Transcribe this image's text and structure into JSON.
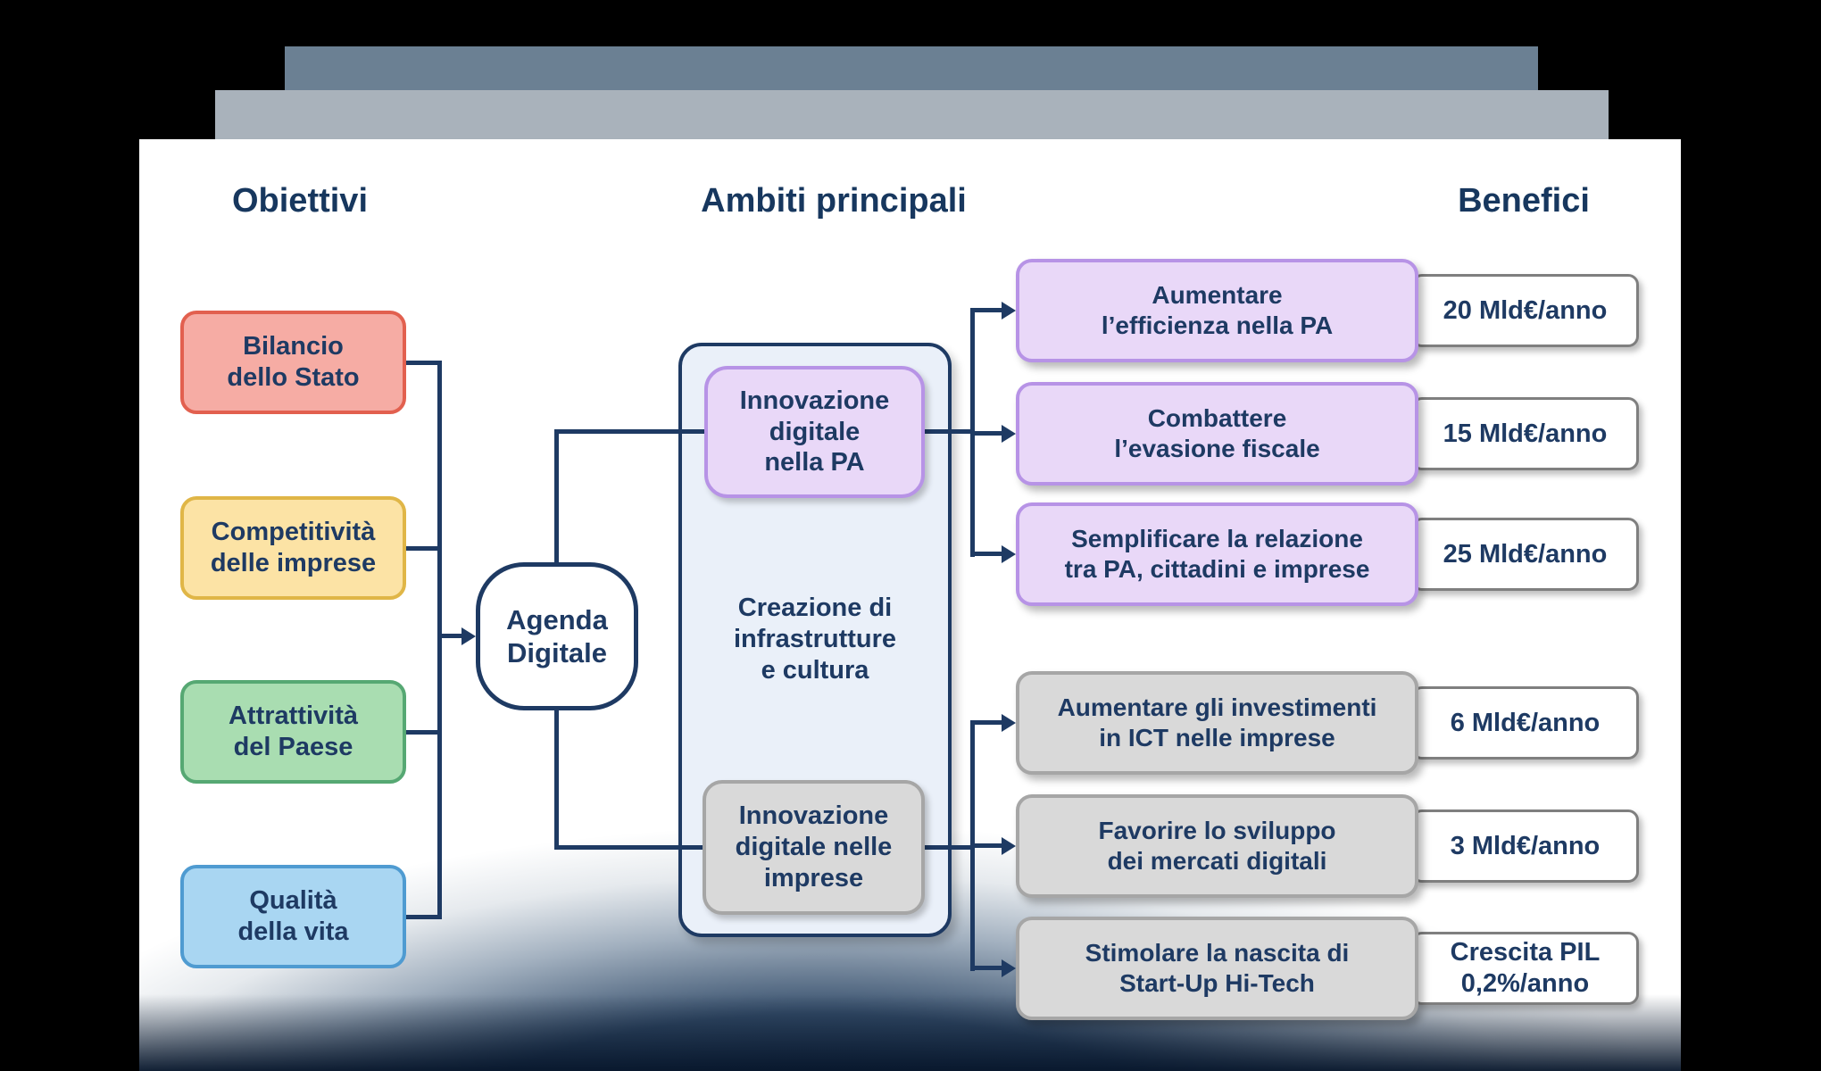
{
  "headers": {
    "objectives": "Obiettivi",
    "areas": "Ambiti principali",
    "benefits": "Benefici"
  },
  "objectives": [
    {
      "label": "Bilancio\ndello Stato",
      "fill": "#f6aca4",
      "border": "#e2604f"
    },
    {
      "label": "Competitività\ndelle imprese",
      "fill": "#fce3a5",
      "border": "#e0b647"
    },
    {
      "label": "Attrattività\ndel Paese",
      "fill": "#a9ddb1",
      "border": "#56a873"
    },
    {
      "label": "Qualità\ndella vita",
      "fill": "#a9d6f2",
      "border": "#4f9bd1"
    }
  ],
  "hub": {
    "label": "Agenda\nDigitale"
  },
  "areas": {
    "pa": {
      "label": "Innovazione\ndigitale\nnella PA"
    },
    "infrastructure": {
      "label": "Creazione di\ninfrastrutture\ne cultura"
    },
    "imprese": {
      "label": "Innovazione\ndigitale nelle\nimprese"
    }
  },
  "benefits": {
    "pa": [
      {
        "label": "Aumentare\nl’efficienza nella PA",
        "value": "20 Mld€/anno"
      },
      {
        "label": "Combattere\nl’evasione fiscale",
        "value": "15 Mld€/anno"
      },
      {
        "label": "Semplificare la relazione\ntra PA, cittadini e imprese",
        "value": "25 Mld€/anno"
      }
    ],
    "imprese": [
      {
        "label": "Aumentare gli investimenti\nin ICT nelle imprese",
        "value": "6 Mld€/anno"
      },
      {
        "label": "Favorire lo sviluppo\ndei mercati digitali",
        "value": "3 Mld€/anno"
      },
      {
        "label": "Stimolare la nascita di\nStart-Up Hi-Tech",
        "value": "Crescita PIL\n0,2%/anno"
      }
    ]
  },
  "palette": {
    "text_navy": "#1e3a63",
    "connector_navy": "#1e3a63",
    "purple_fill": "#e9d8f8",
    "purple_border": "#b793e6",
    "gray_fill": "#d9d9d9",
    "gray_border": "#a6a6a6",
    "container_fill": "#eaf0f9",
    "value_border": "#7f7f7f",
    "deck_bar_back": "#6b8093",
    "deck_bar_front": "#a9b2bb",
    "background": "#000000"
  }
}
